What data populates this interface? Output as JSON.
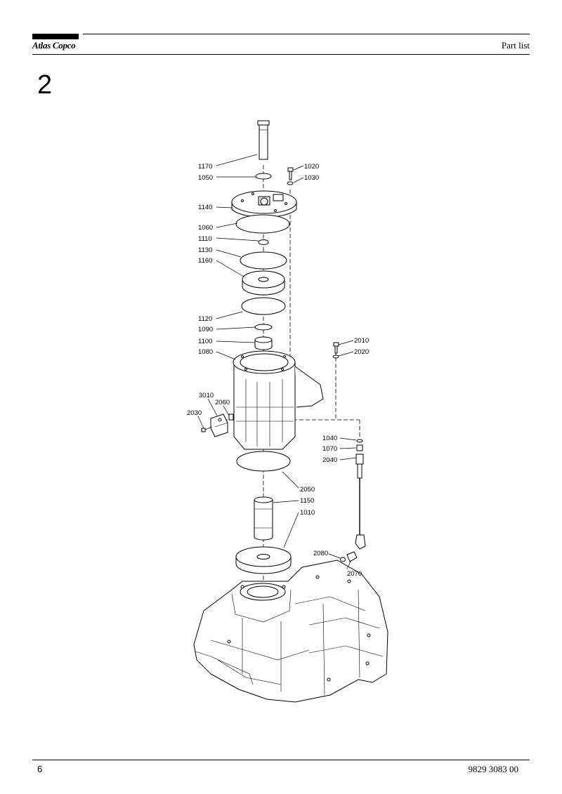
{
  "header": {
    "logo_text": "Atlas Copco",
    "title": "Part list"
  },
  "section": "2",
  "footer": {
    "page": "6",
    "doc_number": "9829 3083 00"
  },
  "callouts": {
    "p1170": "1170",
    "p1050": "1050",
    "p1020": "1020",
    "p1030": "1030",
    "p1140": "1140",
    "p1060": "1060",
    "p1110": "1110",
    "p1130": "1130",
    "p1160": "1160",
    "p1120": "1120",
    "p1090": "1090",
    "p1100": "1100",
    "p1080": "1080",
    "p2010": "2010",
    "p2020": "2020",
    "p3010": "3010",
    "p2060": "2060",
    "p2030": "2030",
    "p1040": "1040",
    "p1070": "1070",
    "p2040": "2040",
    "p2050": "2050",
    "p1150": "1150",
    "p1010": "1010",
    "p2080": "2080",
    "p2070": "2070"
  }
}
